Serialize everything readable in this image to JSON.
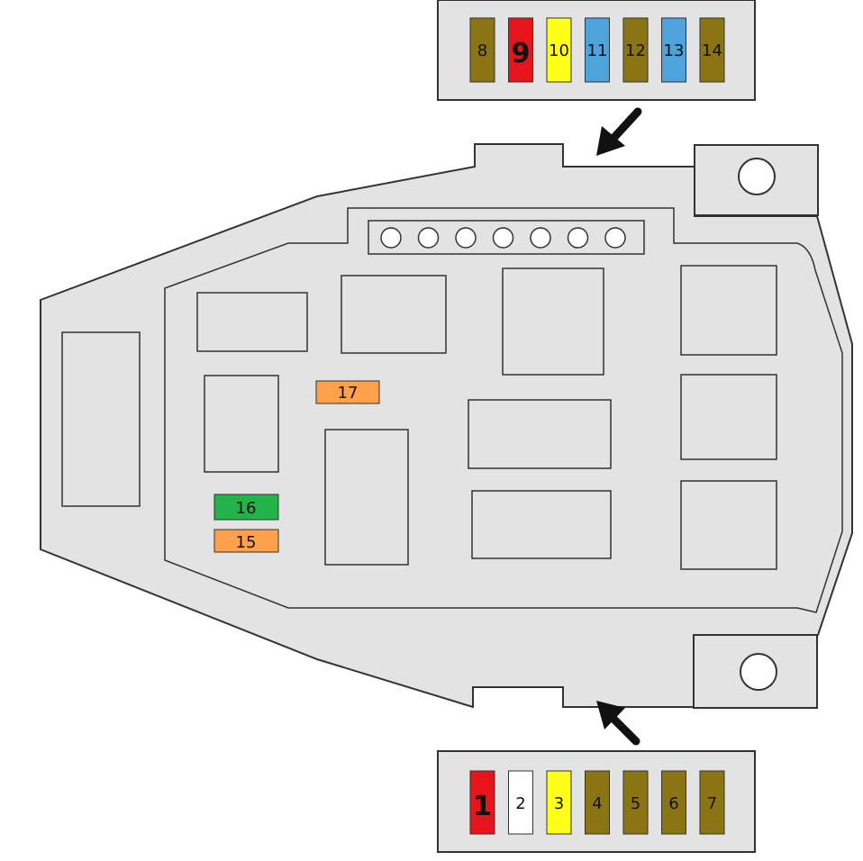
{
  "colors": {
    "body": "#e3e3e3",
    "outline": "#333333",
    "red": "#e8141b",
    "white": "#ffffff",
    "yellow": "#ffff1a",
    "brown": "#8b7413",
    "blue": "#4fa3dd",
    "green": "#22b34a",
    "orange": "#ffa04a"
  },
  "top_fuses": [
    {
      "label": "8",
      "color": "brown",
      "emphasis": false
    },
    {
      "label": "9",
      "color": "red",
      "emphasis": true
    },
    {
      "label": "10",
      "color": "yellow",
      "emphasis": false
    },
    {
      "label": "11",
      "color": "blue",
      "emphasis": false
    },
    {
      "label": "12",
      "color": "brown",
      "emphasis": false
    },
    {
      "label": "13",
      "color": "blue",
      "emphasis": false
    },
    {
      "label": "14",
      "color": "brown",
      "emphasis": false
    }
  ],
  "bottom_fuses": [
    {
      "label": "1",
      "color": "red",
      "emphasis": true
    },
    {
      "label": "2",
      "color": "white",
      "emphasis": false
    },
    {
      "label": "3",
      "color": "yellow",
      "emphasis": false
    },
    {
      "label": "4",
      "color": "brown",
      "emphasis": false
    },
    {
      "label": "5",
      "color": "brown",
      "emphasis": false
    },
    {
      "label": "6",
      "color": "brown",
      "emphasis": false
    },
    {
      "label": "7",
      "color": "brown",
      "emphasis": false
    }
  ],
  "inner_fuses": [
    {
      "id": "fuse-17",
      "label": "17",
      "color": "orange"
    },
    {
      "id": "fuse-16",
      "label": "16",
      "color": "green"
    },
    {
      "id": "fuse-15",
      "label": "15",
      "color": "orange"
    }
  ]
}
